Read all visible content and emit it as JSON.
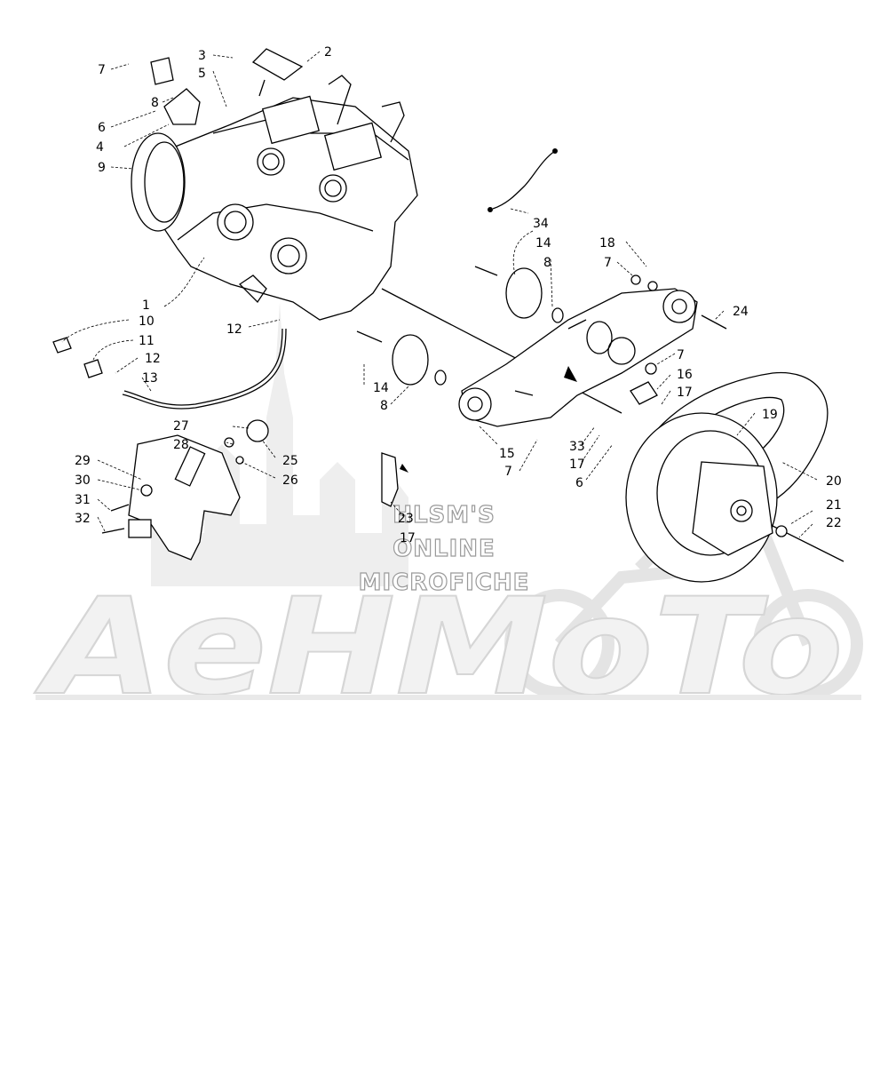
{
  "diagram": {
    "callouts": [
      "1",
      "2",
      "3",
      "4",
      "5",
      "6",
      "7",
      "8",
      "9",
      "10",
      "11",
      "12",
      "13",
      "14",
      "15",
      "16",
      "17",
      "18",
      "19",
      "20",
      "21",
      "22",
      "23",
      "24",
      "25",
      "26",
      "27",
      "28",
      "29",
      "30",
      "31",
      "32",
      "33",
      "34"
    ]
  },
  "watermark": {
    "line1": "HLSM'S",
    "line2": "ONLINE",
    "line3": "MICROFICHE",
    "brand": "AeHMoTo",
    "color": "#e6e6e6"
  }
}
